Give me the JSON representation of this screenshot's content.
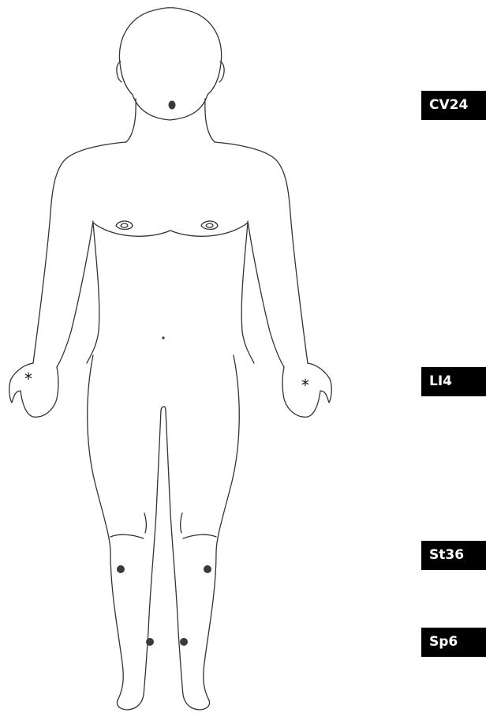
{
  "points": [
    {
      "code": "CV24"
    },
    {
      "code": "LI4"
    },
    {
      "code": "St36"
    },
    {
      "code": "Sp6"
    }
  ],
  "hand_marker": "*"
}
